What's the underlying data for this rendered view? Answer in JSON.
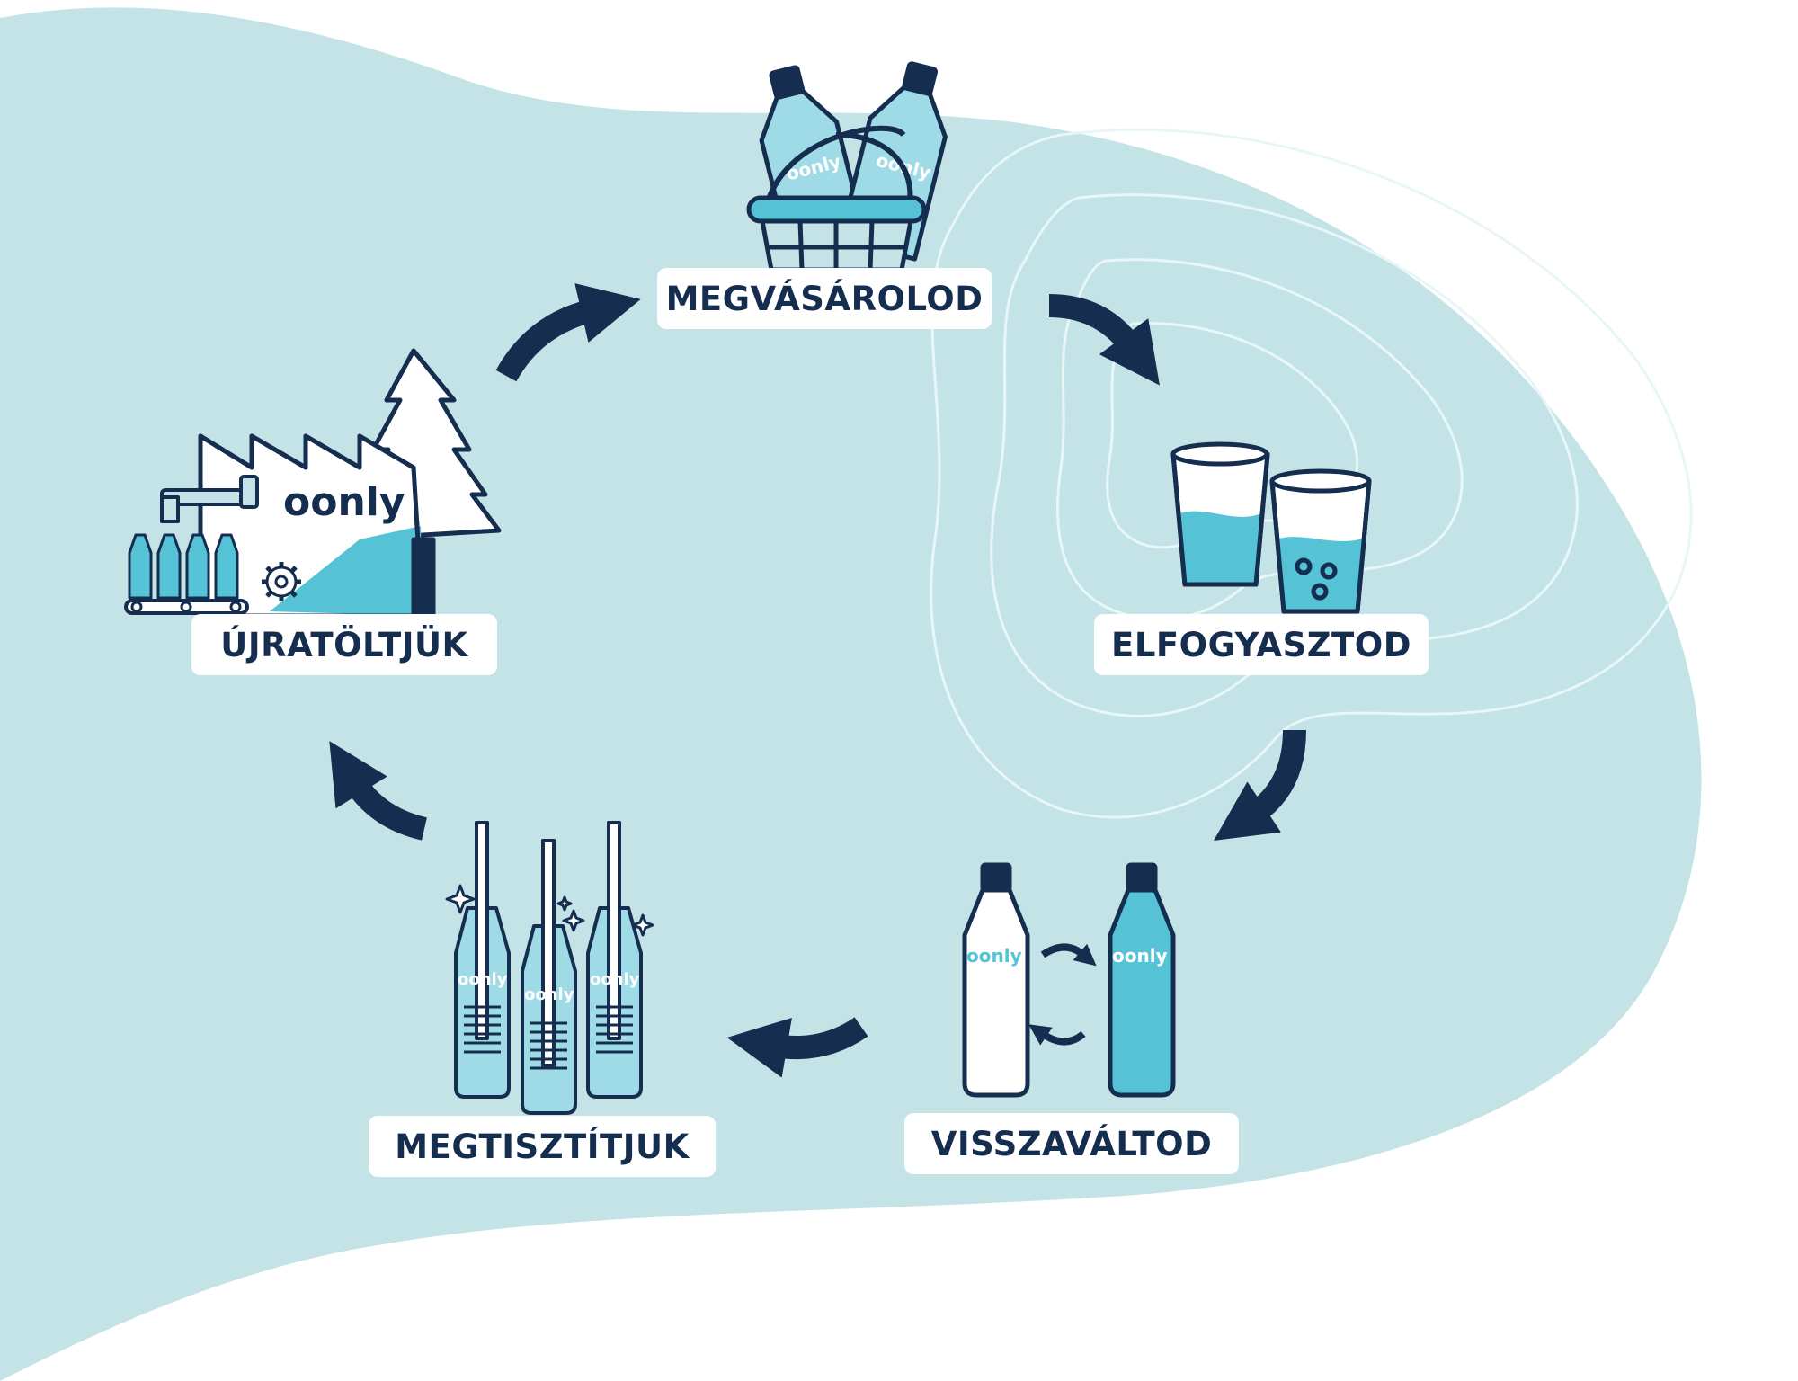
{
  "steps": [
    {
      "id": "buy",
      "label": "MEGVÁSÁROLOD"
    },
    {
      "id": "consume",
      "label": "ELFOGYASZTOD"
    },
    {
      "id": "return",
      "label": "VISSZAVÁLTOD"
    },
    {
      "id": "clean",
      "label": "MEGTISZTÍTJUK"
    },
    {
      "id": "refill",
      "label": "ÚJRATÖLTJÜK"
    }
  ],
  "brand": {
    "name": "oonly"
  },
  "colors": {
    "background_blob": "#c3e3e6",
    "dark_navy": "#152d4f",
    "water_blue": "#55c2d6",
    "light_blue": "#9fdbe6",
    "contour_line": "#e8f6f8",
    "label_bg": "#ffffff"
  },
  "icons": [
    "basket-with-bottles-icon",
    "drinking-glasses-icon",
    "bottle-swap-icon",
    "cleaning-brushes-icon",
    "refill-factory-icon",
    "cycle-arrow-icon"
  ]
}
